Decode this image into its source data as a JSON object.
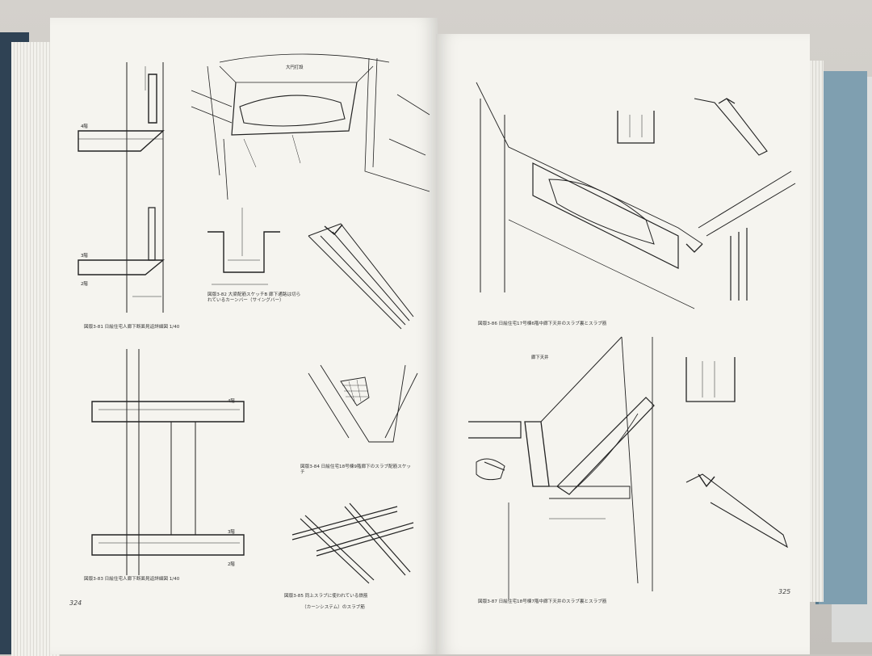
{
  "colors": {
    "paper": "#f5f4ef",
    "ink": "#222222",
    "cover_left": "#2f4254",
    "cover_right": "#7f9fb0"
  },
  "left_page": {
    "page_number": "324",
    "figures": {
      "f81": {
        "caption": "図版3-81 日絵住宅人廊下断面見返詳細図 1/40",
        "labels": {
          "floor4": "4階",
          "floor3": "3階",
          "floor2": "2階"
        }
      },
      "f82": {
        "caption": "図版3-82 大梁配筋スケッチB 廊下通路は切られているカーンバー（サイングバー）"
      },
      "f83": {
        "caption": "図版3-83 日絵住宅人廊下断面見返詳細図 1/40",
        "labels": {
          "floor4": "4階",
          "floor3": "3階",
          "floor2": "2階"
        }
      },
      "f84": {
        "caption": "図版3-84 日絵住宅18号棟9階廊下のスラブ配筋スケッチ"
      },
      "f85": {
        "caption_line1": "図版3-85 同上スラブに使われている鉄筋",
        "caption_line2": "（カーンシステム）のスラブ筋"
      },
      "top_sketch_label": "大円打設"
    }
  },
  "right_page": {
    "page_number": "325",
    "figures": {
      "f86": {
        "caption": "図版3-86 日絵住宅17号棟6階中廊下天井のスラブ裏とスラブ筋"
      },
      "f87": {
        "caption": "図版3-87 日絵住宅18号棟7階中廊下天井のスラブ裏とスラブ筋",
        "label_top": "廊下天井"
      }
    }
  }
}
